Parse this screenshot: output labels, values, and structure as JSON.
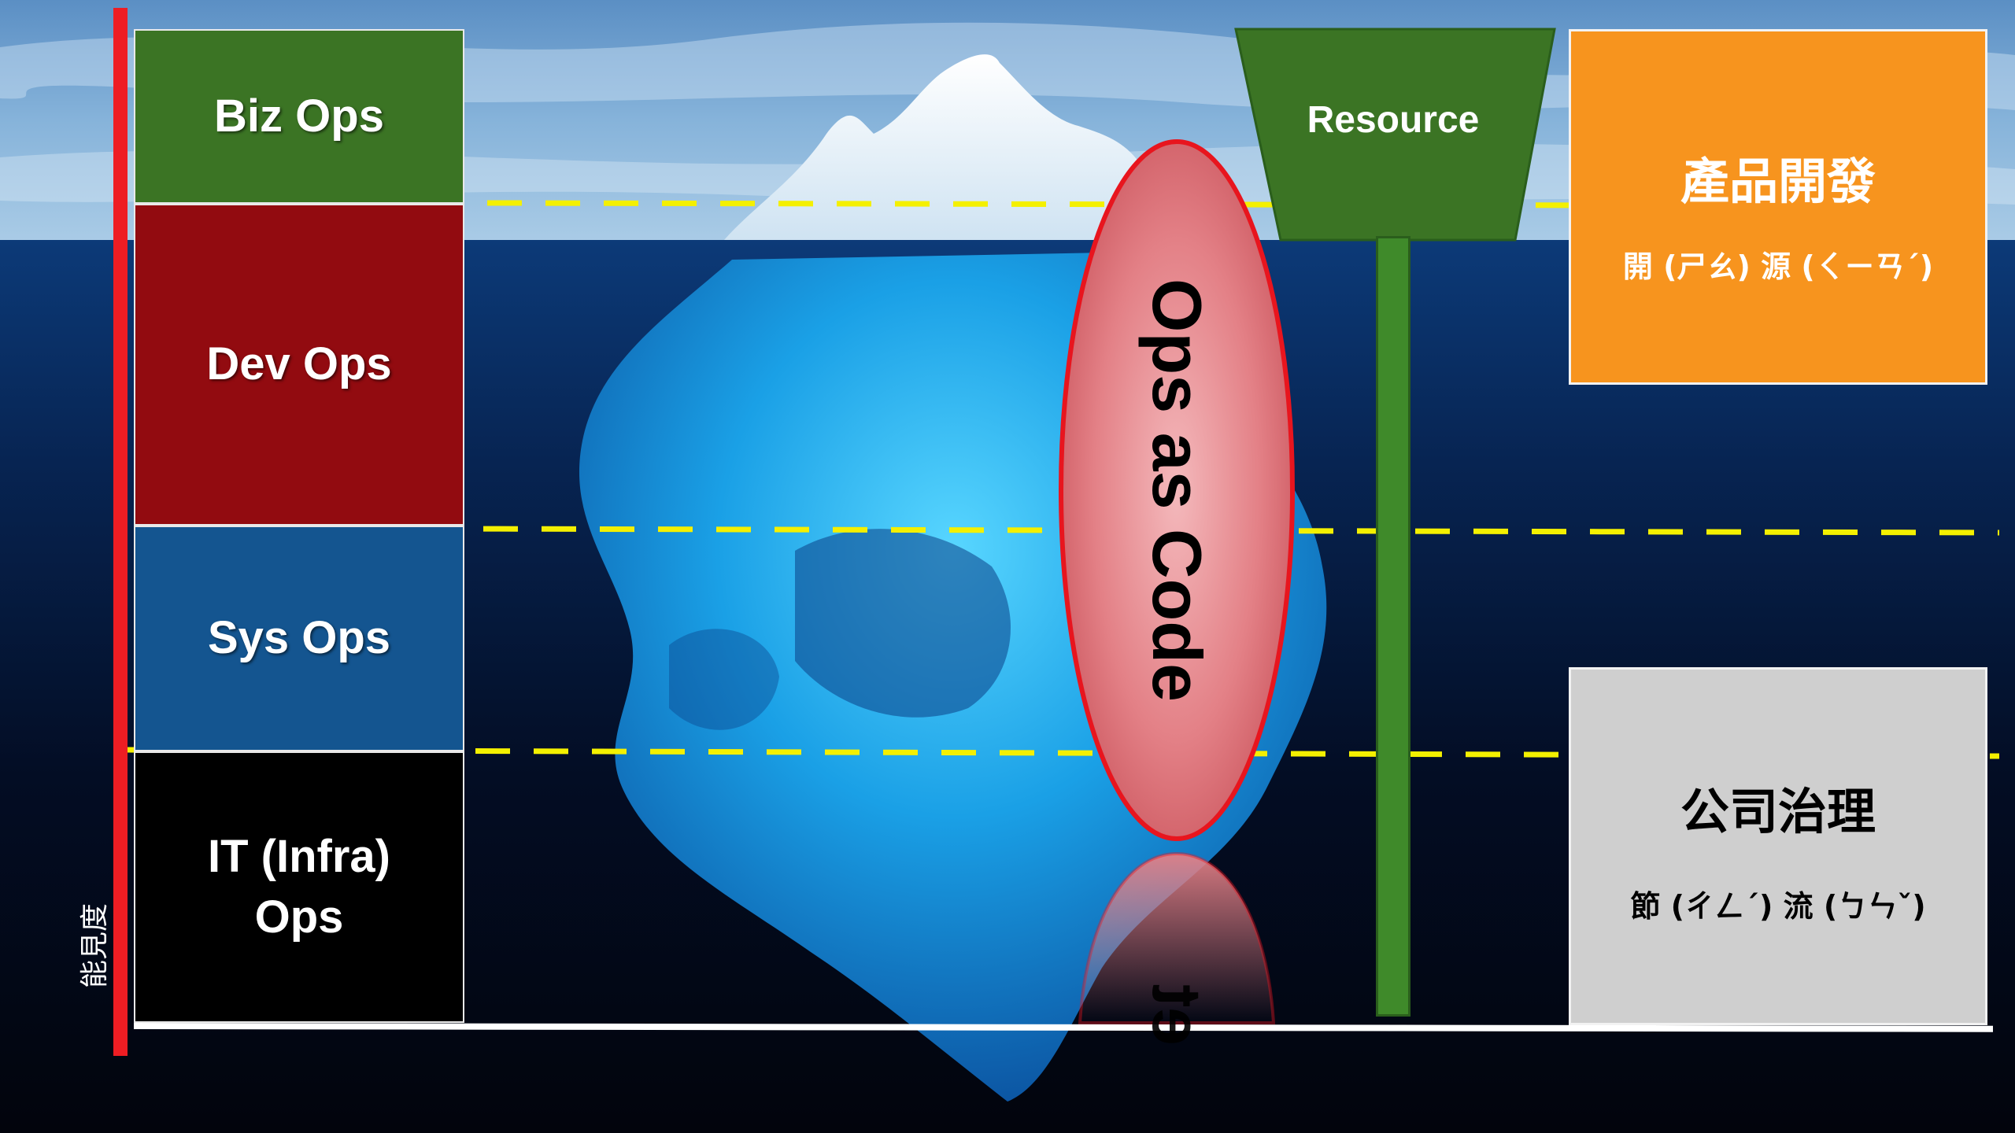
{
  "ops_levels": [
    {
      "label": "Biz Ops",
      "color": "#3b7424"
    },
    {
      "label": "Dev Ops",
      "color": "#920b10"
    },
    {
      "label": "Sys Ops",
      "color": "#145590"
    },
    {
      "label": "IT (Infra)\nOps",
      "color": "#000000"
    }
  ],
  "axis": {
    "vertical_label": "能見度",
    "axis_color": "#ee1d23"
  },
  "center": {
    "label": "Ops as Code",
    "reflection_fragment": "et",
    "fill_color": "#e88a8f",
    "border_color": "#e8151e"
  },
  "resource": {
    "label": "Resource",
    "color": "#3b7424"
  },
  "product_box": {
    "title": "產品開發",
    "subtitle": "開 (ㄕㄠ) 源 (ㄑㄧㄢˊ)",
    "color": "#f7941e"
  },
  "governance_box": {
    "title": "公司治理",
    "subtitle": "節 (ㄔㄥˊ) 流 (ㄅㄣˇ)",
    "color": "#cfcfcf"
  },
  "boundary_line_color": "#f4f000"
}
